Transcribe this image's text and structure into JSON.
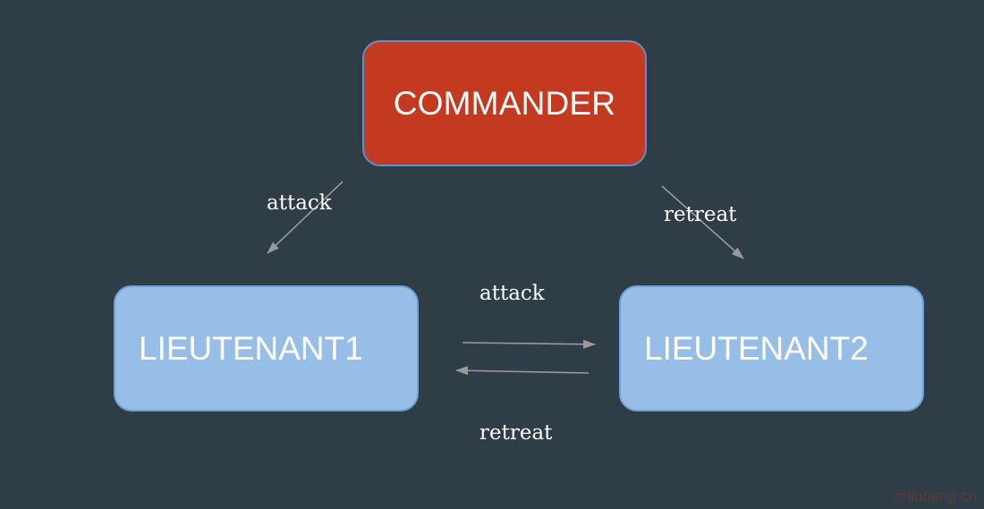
{
  "nodes": {
    "commander": "COMMANDER",
    "lieutenant1": "LIEUTENANT1",
    "lieutenant2": "LIEUTENANT2"
  },
  "edges": {
    "commander_to_lieutenant1": "attack",
    "commander_to_lieutenant2": "retreat",
    "lieutenant1_to_lieutenant2": "attack",
    "lieutenant2_to_lieutenant1": "retreat"
  },
  "watermark": "@liubang.cn",
  "colors": {
    "background": "#2f3d46",
    "commander_fill": "#c43a20",
    "lieutenant_fill": "#97bee6",
    "node_border": "#5b8fd0",
    "arrow": "#9a9a9a",
    "label_text": "#ffffff"
  }
}
